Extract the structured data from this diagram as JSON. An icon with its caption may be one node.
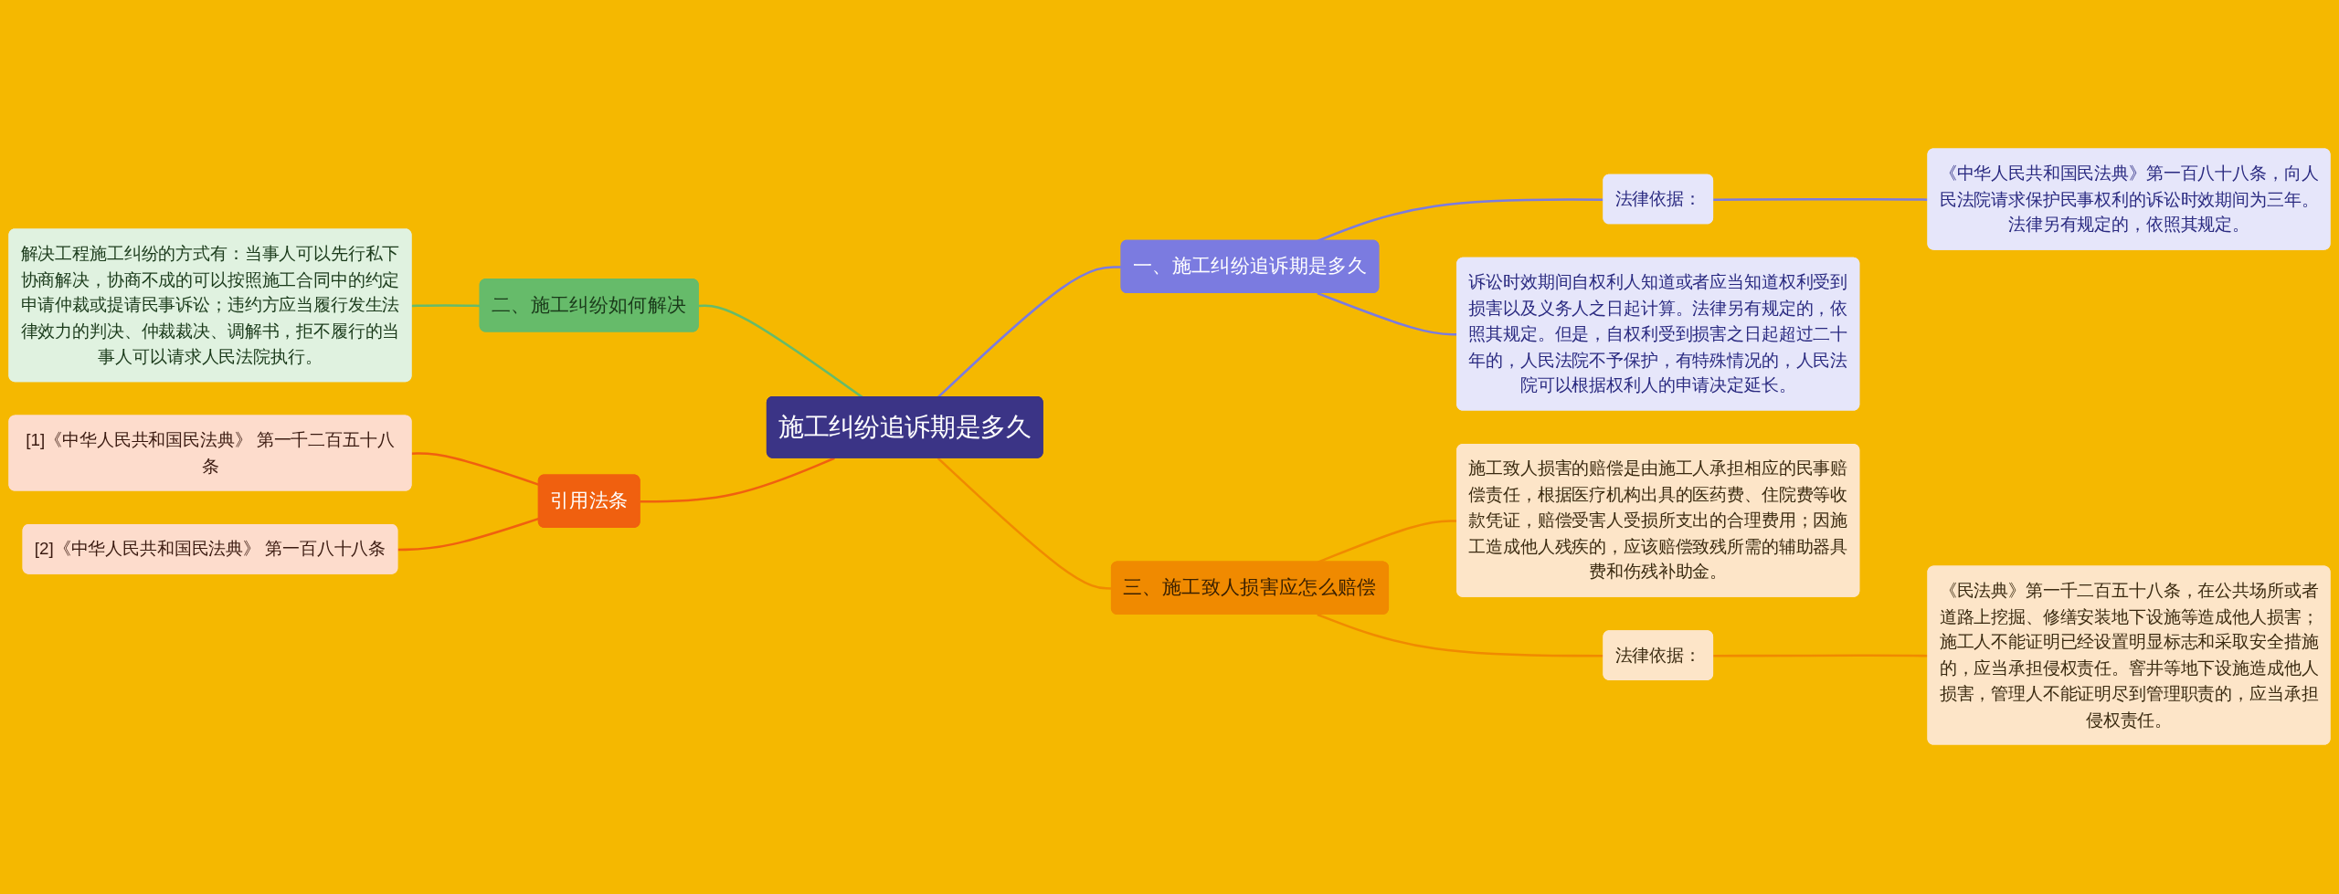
{
  "diagram": {
    "nodes": [
      {
        "text": [
          "施工纠纷追诉期是多久"
        ]
      },
      {
        "text": [
          "一、施工纠纷追诉期是多久"
        ]
      },
      {
        "text": [
          "法律依据："
        ]
      },
      {
        "text": [
          "《中华人民共和国民法典》第一百八十八条，向人民法院请求保护民事权利的诉讼时效期间为三年。法律另有规定的，依照其规定。"
        ]
      },
      {
        "text": [
          "诉讼时效期间自权利人知道或者应当知道权利受到损害以及义务人之日起计算。法律另有规定的，依照其规定。但是，自权利受到损害之日起超过二十年的，人民法院不予保护，有特殊情况的，人民法院可以根据权利人的申请决定延长。"
        ]
      },
      {
        "text": [
          "三、施工致人损害应怎么赔偿"
        ]
      },
      {
        "text": [
          "施工致人损害的赔偿是由施工人承担相应的民事赔偿责任，根据医疗机构出具的医药费、住院费等收款凭证，赔偿受害人受损所支出的合理费用；因施工造成他人残疾的，应该赔偿致残所需的辅助器具费和伤残补助金。"
        ]
      },
      {
        "text": [
          "法律依据："
        ]
      },
      {
        "text": [
          "《民法典》第一千二百五十八条，在公共场所或者道路上挖掘、修缮安装地下设施等造成他人损害；施工人不能证明已经设置明显标志和采取安全措施的，应当承担侵权责任。窨井等地下设施造成他人损害，管理人不能证明尽到管理职责的，应当承担侵权责任。"
        ]
      },
      {
        "text": [
          "二、施工纠纷如何解决"
        ]
      },
      {
        "text": [
          "解决工程施工纠纷的方式有：当事人可以先行私下协商解决，协商不成的可以按照施工合同中的约定申请仲裁或提请民事诉讼；违约方应当履行发生法律效力的判决、仲裁裁决、调解书，拒不履行的当事人可以请求人民法院执行。"
        ]
      },
      {
        "text": [
          "引用法条"
        ]
      },
      {
        "text": [
          "[1]《中华人民共和国民法典》 第一千二百五十八条"
        ]
      },
      {
        "text": [
          "[2]《中华人民共和国民法典》 第一百八十八条"
        ]
      }
    ],
    "edges": [
      {
        "from": 0,
        "to": 1,
        "arrow": "none",
        "color": "#7b7be0"
      },
      {
        "from": 1,
        "to": 2,
        "arrow": "none",
        "color": "#7b7be0"
      },
      {
        "from": 2,
        "to": 3,
        "arrow": "none",
        "color": "#7b7be0"
      },
      {
        "from": 1,
        "to": 4,
        "arrow": "none",
        "color": "#7b7be0"
      },
      {
        "from": 0,
        "to": 5,
        "arrow": "none",
        "color": "#f08a00"
      },
      {
        "from": 5,
        "to": 6,
        "arrow": "none",
        "color": "#f08a00"
      },
      {
        "from": 5,
        "to": 7,
        "arrow": "none",
        "color": "#f08a00"
      },
      {
        "from": 7,
        "to": 8,
        "arrow": "none",
        "color": "#f08a00"
      },
      {
        "from": 0,
        "to": 9,
        "arrow": "none",
        "color": "#66bb6a"
      },
      {
        "from": 9,
        "to": 10,
        "arrow": "none",
        "color": "#66bb6a"
      },
      {
        "from": 0,
        "to": 11,
        "arrow": "none",
        "color": "#f0600f"
      },
      {
        "from": 11,
        "to": 12,
        "arrow": "none",
        "color": "#f0600f"
      },
      {
        "from": 11,
        "to": 13,
        "arrow": "none",
        "color": "#f0600f"
      }
    ]
  }
}
